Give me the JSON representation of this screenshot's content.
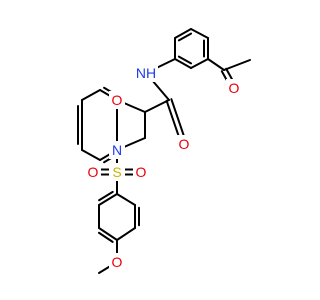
{
  "colors": {
    "bond": "#000000",
    "oxygen": "#e8000b",
    "nitrogen": "#1e3be6",
    "sulfur": "#c9b300",
    "background": "#ffffff"
  },
  "atoms": {
    "nh": "NH",
    "amide_o": "O",
    "ketone_o": "O",
    "ring_o": "O",
    "ring_n": "N",
    "sulfur": "S",
    "sulfonyl_o_left": "O",
    "sulfonyl_o_right": "O",
    "methoxy_o": "O"
  }
}
